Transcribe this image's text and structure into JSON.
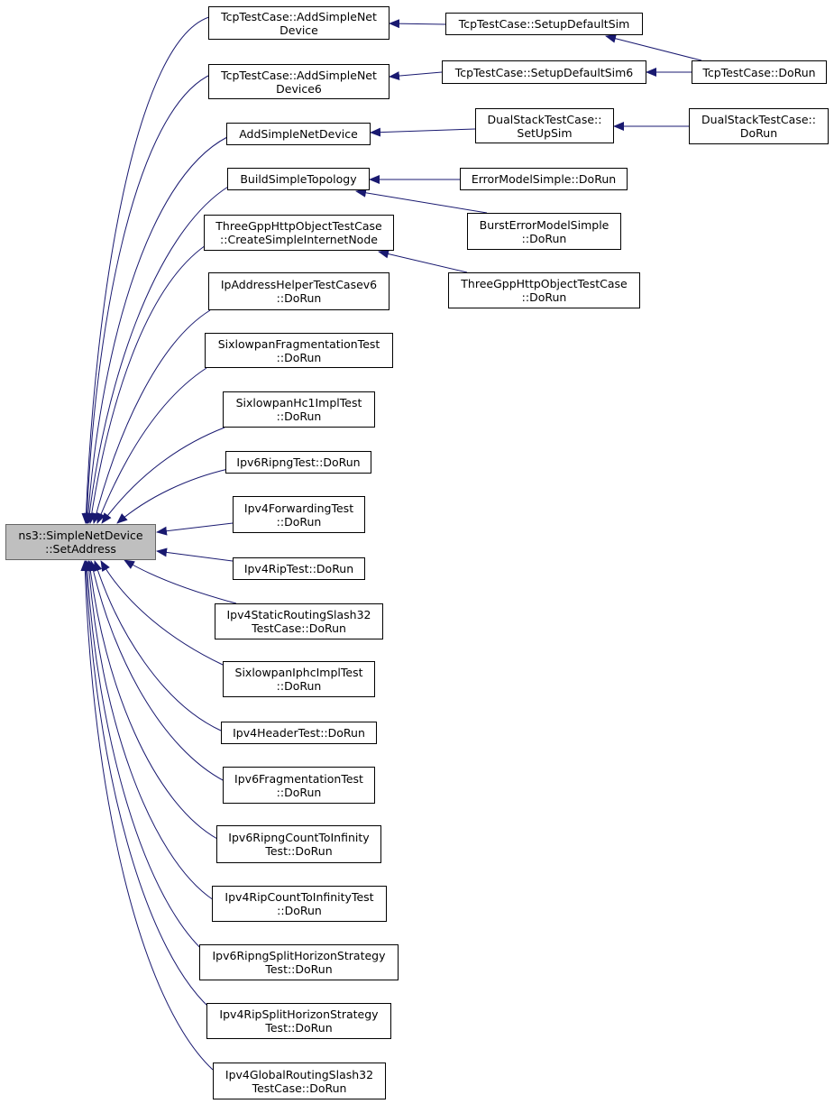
{
  "diagram": {
    "type": "doxygen-caller-graph",
    "colors": {
      "edge": "#191970",
      "root_fill": "#bfbfbf",
      "root_border": "#666666",
      "node_border": "#000000"
    },
    "root": {
      "id": "root",
      "lines": [
        "ns3::SimpleNetDevice",
        "::SetAddress"
      ]
    },
    "nodes": [
      {
        "id": "n1",
        "lines": [
          "TcpTestCase::AddSimpleNet",
          "Device"
        ]
      },
      {
        "id": "n2",
        "lines": [
          "TcpTestCase::SetupDefaultSim"
        ]
      },
      {
        "id": "n3",
        "lines": [
          "TcpTestCase::AddSimpleNet",
          "Device6"
        ]
      },
      {
        "id": "n4",
        "lines": [
          "TcpTestCase::SetupDefaultSim6"
        ]
      },
      {
        "id": "n5",
        "lines": [
          "TcpTestCase::DoRun"
        ]
      },
      {
        "id": "n6",
        "lines": [
          "AddSimpleNetDevice"
        ]
      },
      {
        "id": "n7",
        "lines": [
          "DualStackTestCase::",
          "SetUpSim"
        ]
      },
      {
        "id": "n8",
        "lines": [
          "DualStackTestCase::",
          "DoRun"
        ]
      },
      {
        "id": "n9",
        "lines": [
          "BuildSimpleTopology"
        ]
      },
      {
        "id": "n10",
        "lines": [
          "ErrorModelSimple::DoRun"
        ]
      },
      {
        "id": "n11",
        "lines": [
          "BurstErrorModelSimple",
          "::DoRun"
        ]
      },
      {
        "id": "n12",
        "lines": [
          "ThreeGppHttpObjectTestCase",
          "::CreateSimpleInternetNode"
        ]
      },
      {
        "id": "n13",
        "lines": [
          "ThreeGppHttpObjectTestCase",
          "::DoRun"
        ]
      },
      {
        "id": "n14",
        "lines": [
          "IpAddressHelperTestCasev6",
          "::DoRun"
        ]
      },
      {
        "id": "n15",
        "lines": [
          "SixlowpanFragmentationTest",
          "::DoRun"
        ]
      },
      {
        "id": "n16",
        "lines": [
          "SixlowpanHc1ImplTest",
          "::DoRun"
        ]
      },
      {
        "id": "n17",
        "lines": [
          "Ipv6RipngTest::DoRun"
        ]
      },
      {
        "id": "n18",
        "lines": [
          "Ipv4ForwardingTest",
          "::DoRun"
        ]
      },
      {
        "id": "n19",
        "lines": [
          "Ipv4RipTest::DoRun"
        ]
      },
      {
        "id": "n20",
        "lines": [
          "Ipv4StaticRoutingSlash32",
          "TestCase::DoRun"
        ]
      },
      {
        "id": "n21",
        "lines": [
          "SixlowpanIphcImplTest",
          "::DoRun"
        ]
      },
      {
        "id": "n22",
        "lines": [
          "Ipv4HeaderTest::DoRun"
        ]
      },
      {
        "id": "n23",
        "lines": [
          "Ipv6FragmentationTest",
          "::DoRun"
        ]
      },
      {
        "id": "n24",
        "lines": [
          "Ipv6RipngCountToInfinity",
          "Test::DoRun"
        ]
      },
      {
        "id": "n25",
        "lines": [
          "Ipv4RipCountToInfinityTest",
          "::DoRun"
        ]
      },
      {
        "id": "n26",
        "lines": [
          "Ipv6RipngSplitHorizonStrategy",
          "Test::DoRun"
        ]
      },
      {
        "id": "n27",
        "lines": [
          "Ipv4RipSplitHorizonStrategy",
          "Test::DoRun"
        ]
      },
      {
        "id": "n28",
        "lines": [
          "Ipv4GlobalRoutingSlash32",
          "TestCase::DoRun"
        ]
      }
    ],
    "edges": [
      {
        "from": "n1",
        "to": "root"
      },
      {
        "from": "n3",
        "to": "root"
      },
      {
        "from": "n6",
        "to": "root"
      },
      {
        "from": "n9",
        "to": "root"
      },
      {
        "from": "n12",
        "to": "root"
      },
      {
        "from": "n14",
        "to": "root"
      },
      {
        "from": "n15",
        "to": "root"
      },
      {
        "from": "n16",
        "to": "root"
      },
      {
        "from": "n17",
        "to": "root"
      },
      {
        "from": "n18",
        "to": "root"
      },
      {
        "from": "n19",
        "to": "root"
      },
      {
        "from": "n20",
        "to": "root"
      },
      {
        "from": "n21",
        "to": "root"
      },
      {
        "from": "n22",
        "to": "root"
      },
      {
        "from": "n23",
        "to": "root"
      },
      {
        "from": "n24",
        "to": "root"
      },
      {
        "from": "n25",
        "to": "root"
      },
      {
        "from": "n26",
        "to": "root"
      },
      {
        "from": "n27",
        "to": "root"
      },
      {
        "from": "n28",
        "to": "root"
      },
      {
        "from": "n2",
        "to": "n1"
      },
      {
        "from": "n5",
        "to": "n2"
      },
      {
        "from": "n4",
        "to": "n3"
      },
      {
        "from": "n5",
        "to": "n4"
      },
      {
        "from": "n7",
        "to": "n6"
      },
      {
        "from": "n8",
        "to": "n7"
      },
      {
        "from": "n10",
        "to": "n9"
      },
      {
        "from": "n11",
        "to": "n9"
      },
      {
        "from": "n13",
        "to": "n12"
      }
    ]
  }
}
